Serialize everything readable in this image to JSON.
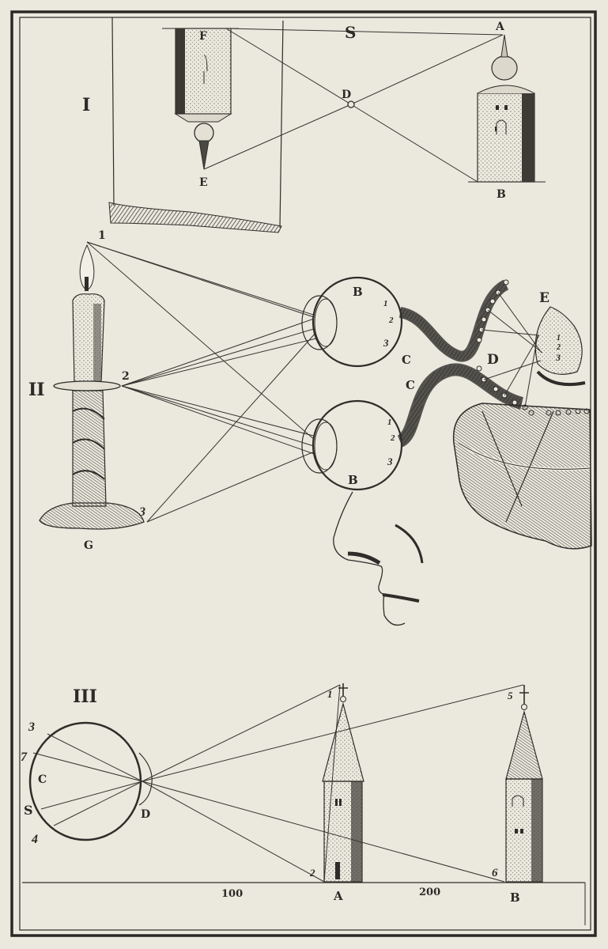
{
  "plate": {
    "paper_color": "#ebe8de",
    "ink_color": "#2e2d29",
    "figures": [
      {
        "id": "I",
        "label": "I",
        "description": "Inverted image of a tower projected through pinhole D onto a screen",
        "points": {
          "S": "S",
          "A": "A",
          "B": "B",
          "D": "D",
          "E": "E",
          "F": "F"
        }
      },
      {
        "id": "II",
        "label": "II",
        "description": "Rays from candle points 1, 2, 3 entering two eyes and nerves to brain",
        "points": {
          "p1": "1",
          "p2": "2",
          "p3": "3",
          "G": "G",
          "B_top": "B",
          "B_bottom": "B",
          "C_top": "C",
          "C_bottom": "C",
          "D": "D",
          "E": "E"
        },
        "retina_numbers_top": [
          "1",
          "2",
          "3"
        ],
        "retina_numbers_bottom": [
          "1",
          "2",
          "3"
        ],
        "brain_numbers": [
          "1",
          "2",
          "3"
        ]
      },
      {
        "id": "III",
        "label": "III",
        "description": "Eye viewing two towers at distances 100 and 200",
        "points": {
          "p3": "3",
          "p7": "7",
          "C": "C",
          "S": "S",
          "p4": "4",
          "D": "D",
          "p1": "1",
          "p5": "5",
          "p2": "2",
          "p6": "6",
          "A": "A",
          "B": "B"
        },
        "scale_labels": [
          "100",
          "200"
        ]
      }
    ]
  }
}
